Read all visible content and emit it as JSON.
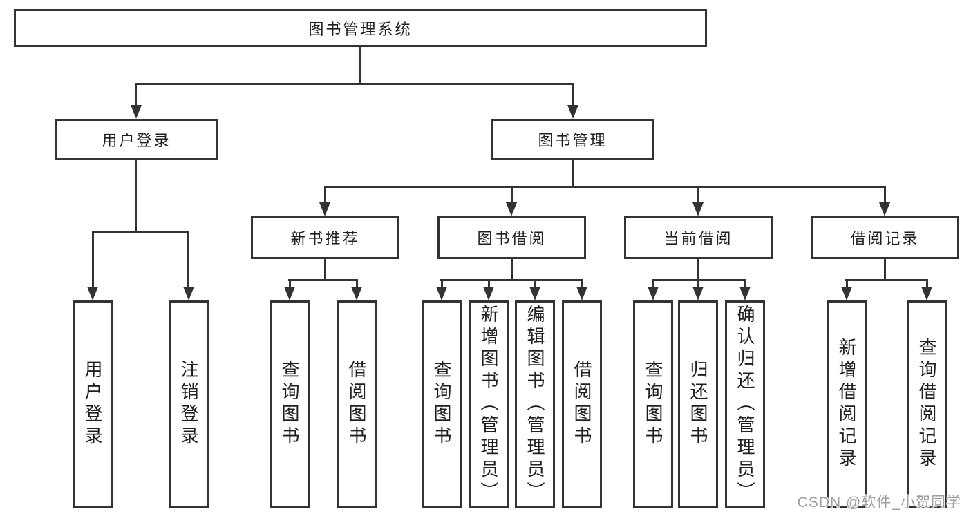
{
  "root": {
    "label": "图书管理系统"
  },
  "branches": {
    "user": {
      "label": "用户登录",
      "children": [
        {
          "label": "用户登录"
        },
        {
          "label": "注销登录"
        }
      ]
    },
    "book": {
      "label": "图书管理",
      "groups": [
        {
          "label": "新书推荐",
          "children": [
            {
              "label": "查询图书"
            },
            {
              "label": "借阅图书"
            }
          ]
        },
        {
          "label": "图书借阅",
          "children": [
            {
              "label": "查询图书"
            },
            {
              "label": "新增图书（管理员）"
            },
            {
              "label": "编辑图书（管理员）"
            },
            {
              "label": "借阅图书"
            }
          ]
        },
        {
          "label": "当前借阅",
          "children": [
            {
              "label": "查询图书"
            },
            {
              "label": "归还图书"
            },
            {
              "label": "确认归还（管理员）"
            }
          ]
        },
        {
          "label": "借阅记录",
          "children": [
            {
              "label": "新增借阅记录"
            },
            {
              "label": "查询借阅记录"
            }
          ]
        }
      ]
    }
  },
  "watermark": {
    "text": "CSDN @软件_小贺同学"
  },
  "colors": {
    "line": "#333333",
    "box_border": "#333333",
    "text": "#1f1f1f",
    "watermark": "#9e9e9e",
    "background": "#ffffff"
  }
}
